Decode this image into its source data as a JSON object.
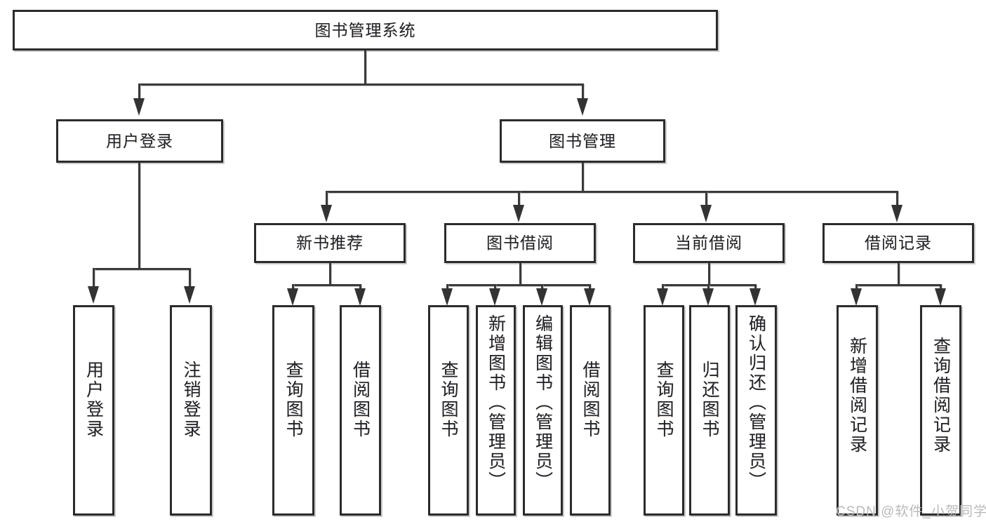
{
  "diagram": {
    "title": "图书管理系统",
    "type": "tree-hierarchy-chart",
    "root": {
      "label": "图书管理系统"
    },
    "level2": [
      {
        "label": "用户登录"
      },
      {
        "label": "图书管理"
      }
    ],
    "level3": [
      {
        "label": "新书推荐"
      },
      {
        "label": "图书借阅"
      },
      {
        "label": "当前借阅"
      },
      {
        "label": "借阅记录"
      }
    ],
    "leaves": {
      "user_login": [
        {
          "label": "用户登录"
        },
        {
          "label": "注销登录"
        }
      ],
      "new_book_recommend": [
        {
          "label": "查询图书"
        },
        {
          "label": "借阅图书"
        }
      ],
      "book_borrow": [
        {
          "label": "查询图书"
        },
        {
          "label": "新增图书（管理员）"
        },
        {
          "label": "编辑图书（管理员）"
        },
        {
          "label": "借阅图书"
        }
      ],
      "current_borrow": [
        {
          "label": "查询图书"
        },
        {
          "label": "归还图书"
        },
        {
          "label": "确认归还（管理员）"
        }
      ],
      "borrow_record": [
        {
          "label": "新增借阅记录"
        },
        {
          "label": "查询借阅记录"
        }
      ]
    },
    "watermark": "CSDN @软件_小贺同学",
    "colors": {
      "box_border": "#2b2b2b",
      "line": "#3a3a3a",
      "background": "#ffffff",
      "text": "#20222a",
      "watermark": "#b9b9b9"
    }
  }
}
